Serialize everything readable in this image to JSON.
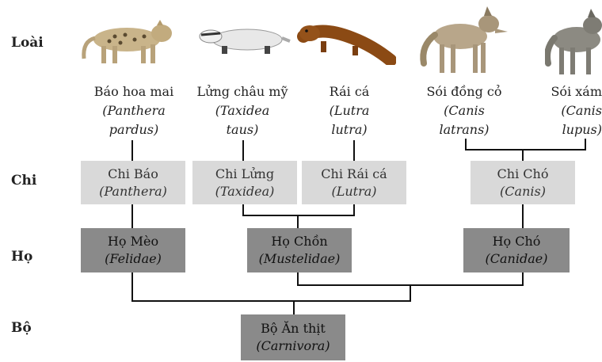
{
  "ranks": {
    "loai": "Loài",
    "chi": "Chi",
    "ho": "Họ",
    "bo": "Bộ"
  },
  "species": [
    {
      "name": "Báo hoa mai",
      "sci1": "(Panthera",
      "sci2": "pardus)",
      "icon": "leopard-icon"
    },
    {
      "name": "Lửng châu mỹ",
      "sci1": "(Taxidea",
      "sci2": "taus)",
      "icon": "badger-icon"
    },
    {
      "name": "Rái cá",
      "sci1": "(Lutra",
      "sci2": "lutra)",
      "icon": "otter-icon"
    },
    {
      "name": "Sói đồng cỏ",
      "sci1": "(Canis",
      "sci2": "latrans)",
      "icon": "coyote-icon"
    },
    {
      "name": "Sói xám",
      "sci1": "(Canis",
      "sci2": "lupus)",
      "icon": "wolf-icon"
    }
  ],
  "genera": [
    {
      "name": "Chi Báo",
      "sci": "(Panthera)"
    },
    {
      "name": "Chi Lửng",
      "sci": "(Taxidea)"
    },
    {
      "name": "Chi Rái cá",
      "sci": "(Lutra)"
    },
    {
      "name": "Chi Chó",
      "sci": "(Canis)"
    }
  ],
  "families": [
    {
      "name": "Họ Mèo",
      "sci": "(Felidae)"
    },
    {
      "name": "Họ Chồn",
      "sci": "(Mustelidae)"
    },
    {
      "name": "Họ Chó",
      "sci": "(Canidae)"
    }
  ],
  "order": {
    "name": "Bộ Ăn thịt",
    "sci": "(Carnivora)"
  },
  "colors": {
    "genus_box": "#d9d9d9",
    "family_box": "#8a8a8a",
    "lines": "#111111"
  }
}
